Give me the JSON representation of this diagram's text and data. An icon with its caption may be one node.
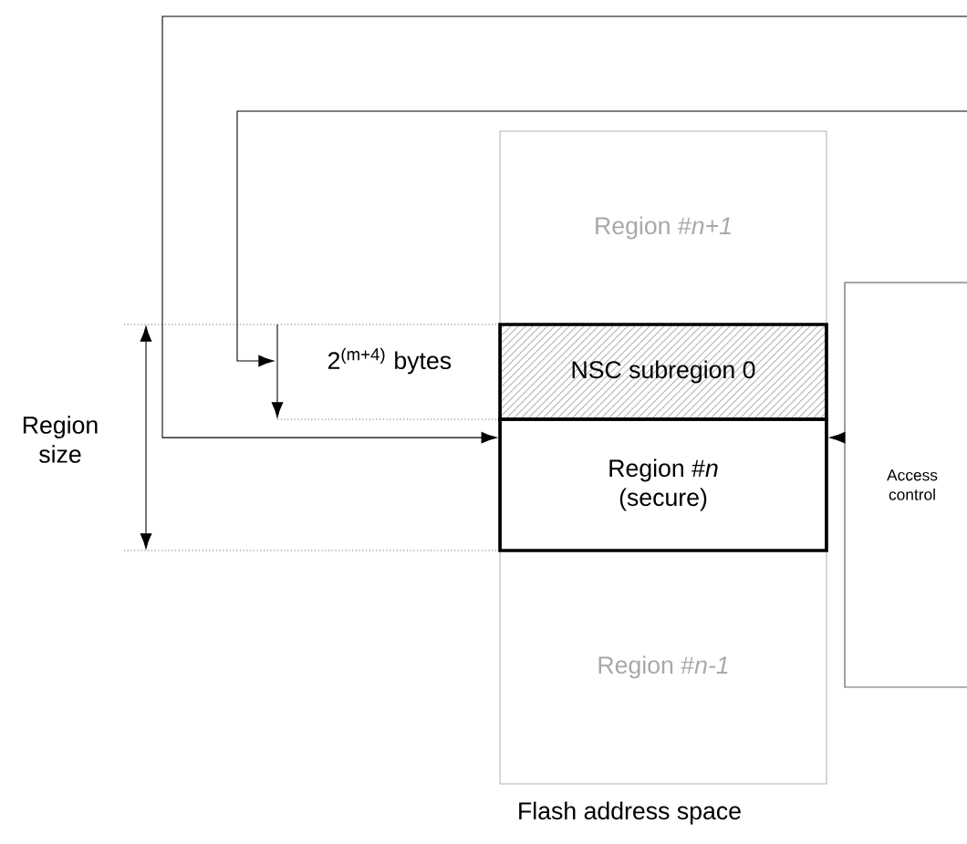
{
  "diagram": {
    "nodes": [
      {
        "text": [
          "Region #*n+1*"
        ]
      },
      {
        "text": [
          "NSC subregion 0"
        ]
      },
      {
        "text": [
          "Region #*n*",
          "(secure)"
        ]
      },
      {
        "text": [
          "Region #*n-1*"
        ]
      },
      {
        "text": [
          "Access control"
        ]
      },
      {
        "text": [
          "2$^{(m+4)}$ bytes"
        ]
      }
    ],
    "edges": [
      {
        "from": null,
        "to": 2,
        "arrow": "to"
      },
      {
        "from": null,
        "to": 5,
        "arrow": "to"
      },
      {
        "from": 4,
        "to": 2,
        "arrow": "to"
      }
    ],
    "labels": [
      "Region size",
      "Flash address space"
    ]
  }
}
